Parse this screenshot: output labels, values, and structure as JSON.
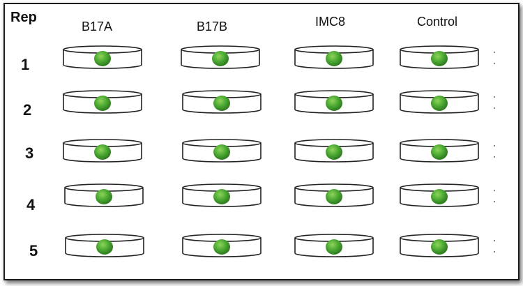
{
  "header": {
    "rep_label": "Rep",
    "columns": [
      "B17A",
      "B17B",
      "IMC8",
      "Control"
    ]
  },
  "rows": [
    "1",
    "2",
    "3",
    "4",
    "5"
  ],
  "colors": {
    "dish_stroke": "#222222",
    "dish_fill": "#ffffff",
    "colony_center": "#8fd45a",
    "colony_mid": "#4aa832",
    "colony_edge": "#2f7a1f"
  },
  "icons": {
    "dish": "petri-dish-icon",
    "colony": "colony-icon"
  }
}
